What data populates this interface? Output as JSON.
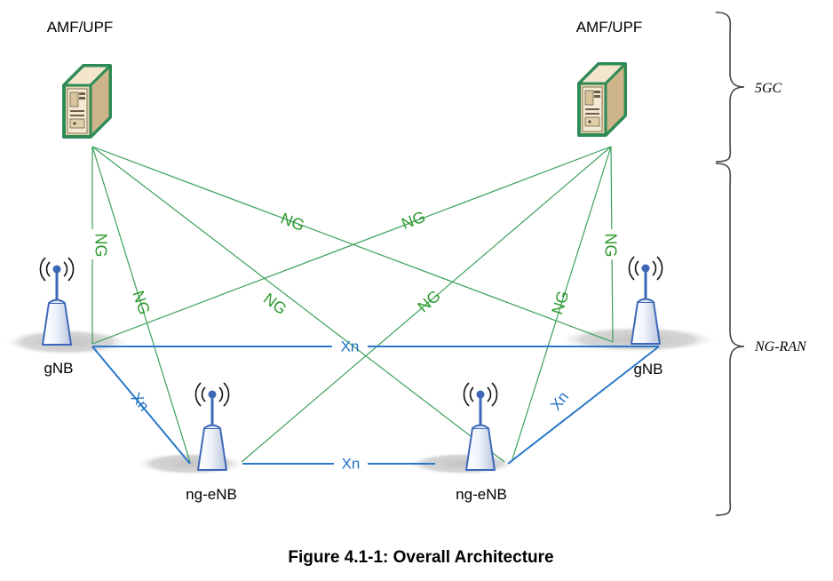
{
  "diagram": {
    "caption": "Figure 4.1-1: Overall Architecture",
    "regions": {
      "core": "5GC",
      "ran": "NG-RAN"
    },
    "nodes": {
      "amf_left": "AMF/UPF",
      "amf_right": "AMF/UPF",
      "gnb_left": "gNB",
      "gnb_right": "gNB",
      "ngenb_left": "ng-eNB",
      "ngenb_right": "ng-eNB"
    },
    "interfaces": {
      "ng": "NG",
      "xn": "Xn"
    },
    "colors": {
      "ng": "#2e9a2e",
      "xn": "#2272c3",
      "server_border": "#2e8b57",
      "server_fill": "#efe0c6"
    }
  }
}
